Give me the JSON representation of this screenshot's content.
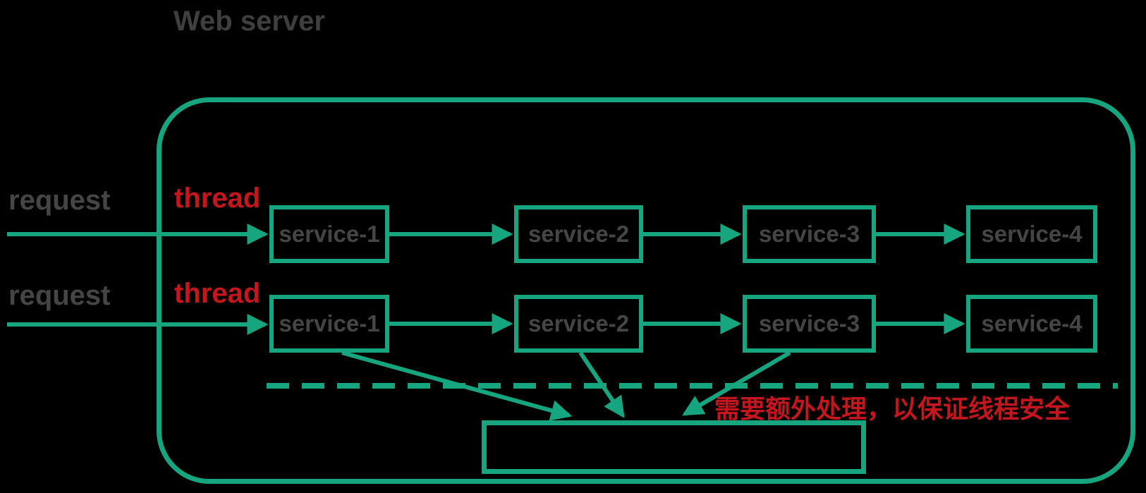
{
  "title": "Web server",
  "colors": {
    "green": "#16a57e",
    "red": "#c4161c",
    "gray": "#454545",
    "title_gray": "#3f3f3f",
    "bg": "#000000"
  },
  "rows": [
    {
      "request": "request",
      "thread": "thread",
      "services": [
        "service-1",
        "service-2",
        "service-3",
        "service-4"
      ]
    },
    {
      "request": "request",
      "thread": "thread",
      "services": [
        "service-1",
        "service-2",
        "service-3",
        "service-4"
      ]
    }
  ],
  "annotation": "需要额外处理，以保证线程安全"
}
